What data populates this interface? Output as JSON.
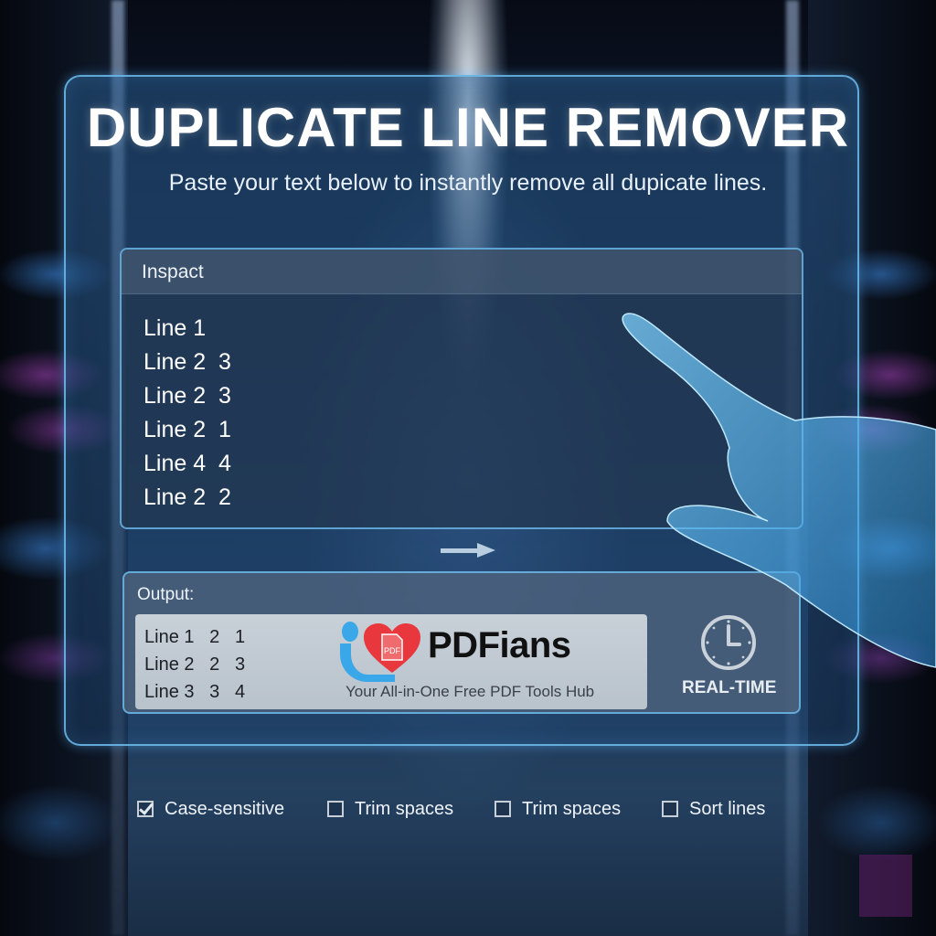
{
  "header": {
    "title": "DUPLICATE LINE REMOVER",
    "subtitle": "Paste your text below to instantly remove all dupicate lines."
  },
  "input": {
    "label": "Inspact",
    "lines": [
      "Line 1",
      "Line 2  3",
      "Line 2  3",
      "Line 2  1",
      "Line 4  4",
      "Line 2  2"
    ]
  },
  "arrow_icon": "arrow-right-icon",
  "output": {
    "label": "Output:",
    "lines": [
      "Line 1   2   1",
      "Line 2   2   3",
      "Line 3   3   4"
    ],
    "logo": {
      "name": "PDFians",
      "badge": "PDF",
      "tagline": "Your All-in-One Free PDF Tools Hub"
    },
    "realtime": {
      "icon": "clock-icon",
      "label": "REAL-TIME"
    }
  },
  "options": [
    {
      "label": "Case-sensitive",
      "checked": true
    },
    {
      "label": "Trim spaces",
      "checked": false
    },
    {
      "label": "Trim spaces",
      "checked": false
    },
    {
      "label": "Sort lines",
      "checked": false
    }
  ],
  "colors": {
    "panel_border": "#6ebef0",
    "title_text": "#ffffff",
    "logo_blue": "#3aa7e8",
    "logo_red": "#e8383d",
    "background_dark": "#0a1424"
  }
}
